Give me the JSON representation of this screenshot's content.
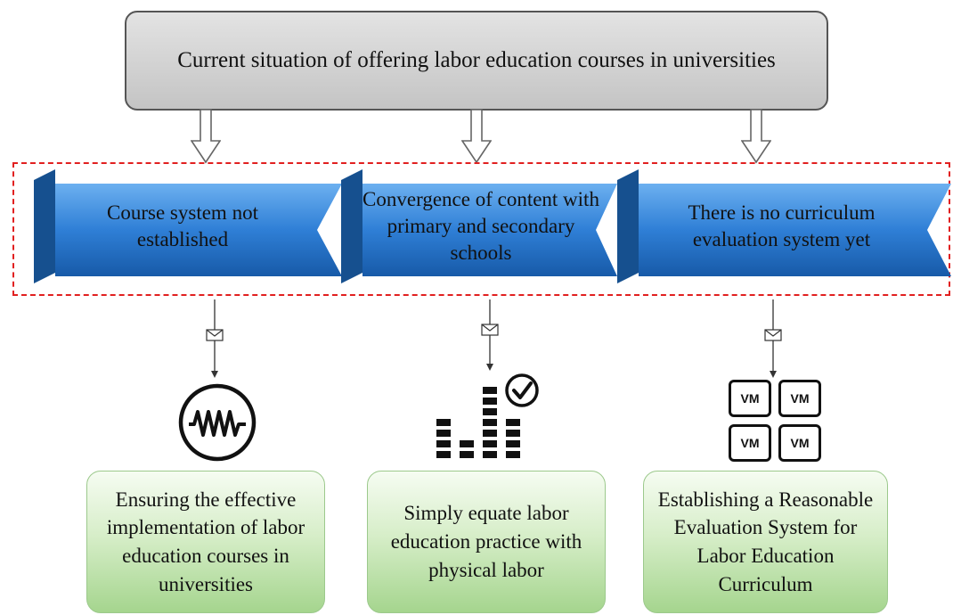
{
  "top": {
    "title": "Current situation of offering labor education courses in universities"
  },
  "problems": [
    {
      "label": "Course system not established"
    },
    {
      "label": "Convergence of content with primary and secondary schools"
    },
    {
      "label": "There is no curriculum evaluation system yet"
    }
  ],
  "icons": [
    {
      "name": "waveform-icon"
    },
    {
      "name": "bar-chart-check-icon"
    },
    {
      "name": "virtual-machines-icon",
      "cells": [
        "VM",
        "VM",
        "VM",
        "VM"
      ]
    }
  ],
  "outcomes": [
    {
      "label": "Ensuring the effective implementation of labor education courses in universities"
    },
    {
      "label": "Simply equate labor education practice with physical labor"
    },
    {
      "label": "Establishing a Reasonable Evaluation System for Labor Education Curriculum"
    }
  ],
  "colors": {
    "ribbon_blue": "#1f6fc7",
    "ribbon_dark": "#16508f",
    "frame_red": "#e12020",
    "green_box": "#a5d58e"
  }
}
